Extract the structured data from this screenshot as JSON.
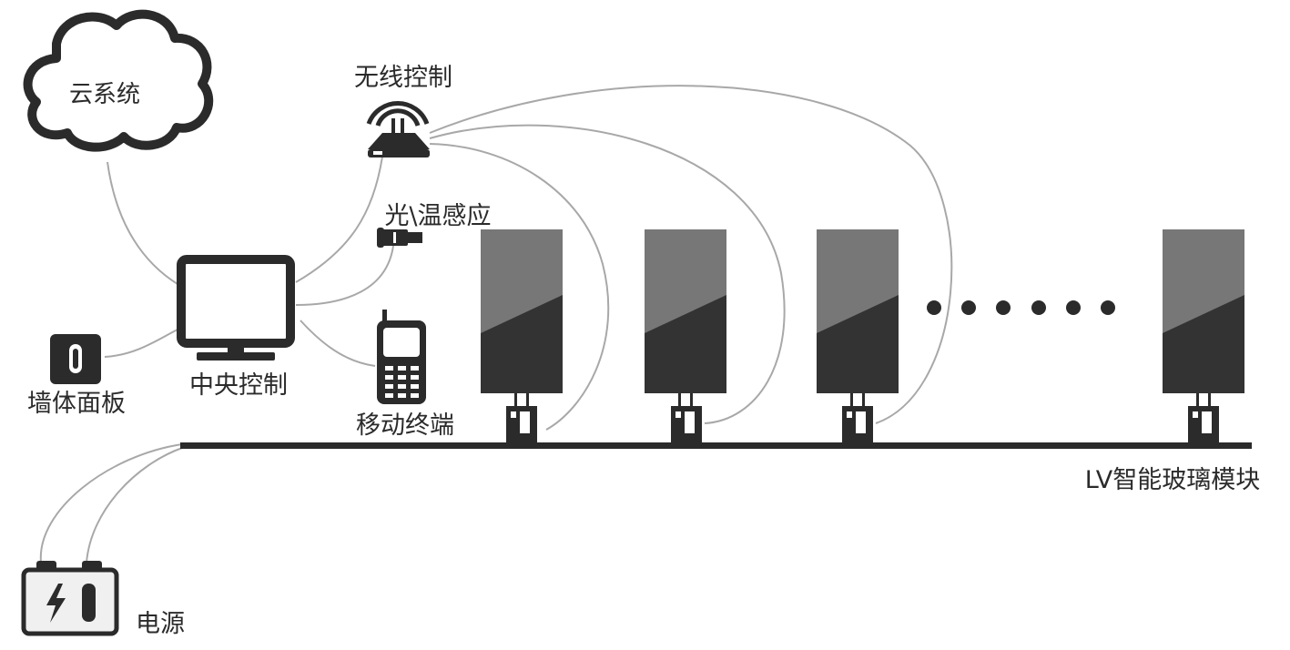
{
  "nodes": {
    "cloud": "云系统",
    "wireless": "无线控制",
    "sensor": "光\\温感应",
    "central": "中央控制",
    "wall_panel": "墙体面板",
    "mobile": "移动终端",
    "power": "电源",
    "glass_modules": "LV智能玻璃模块"
  },
  "colors": {
    "ink": "#2b2b2b",
    "panel_top": "#777777",
    "panel_bottom": "#333333",
    "wire": "#a8a8a8",
    "power_fill": "#f0f0f0"
  }
}
